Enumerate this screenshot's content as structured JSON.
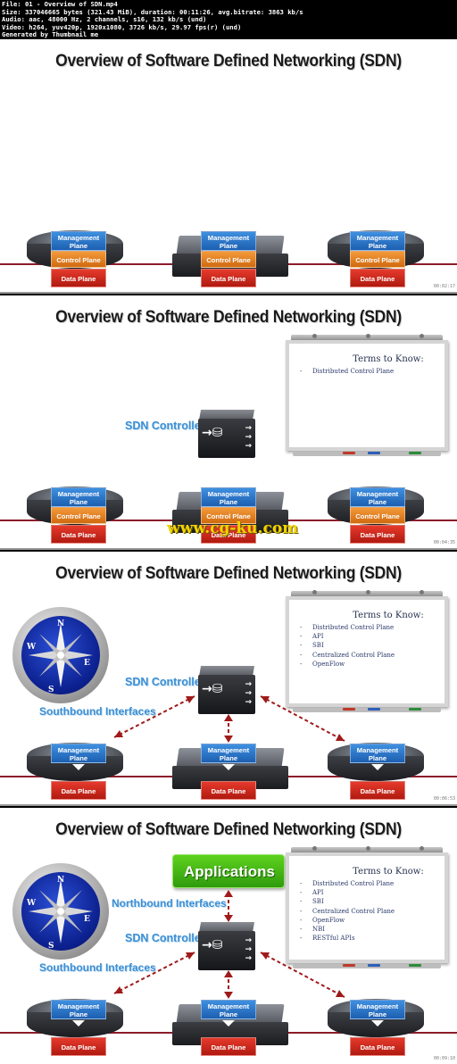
{
  "header": {
    "lines": [
      "File: 01 - Overview of SDN.mp4",
      "Size: 337046665 bytes (321.43 MiB), duration: 00:11:26, avg.bitrate: 3863 kb/s",
      "Audio: aac, 48000 Hz, 2 channels, s16, 132 kb/s (und)",
      "Video: h264, yuv420p, 1920x1080, 3726 kb/s, 29.97 fps(r) (und)",
      "Generated by Thumbnail me"
    ]
  },
  "slide_title": "Overview of Software Defined Networking (SDN)",
  "timestamps": [
    "00:02:17",
    "00:04:35",
    "00:06:53",
    "00:09:10"
  ],
  "planes": {
    "management": "Management Plane",
    "control": "Control Plane",
    "data": "Data Plane"
  },
  "sdn_controller_label": "SDN Controller",
  "southbound_label": "Southbound Interfaces",
  "northbound_label": "Northbound Interfaces",
  "applications_label": "Applications",
  "compass": {
    "n": "N",
    "s": "S",
    "e": "E",
    "w": "W"
  },
  "whiteboard": {
    "title": "Terms to Know:",
    "frame2_terms": [
      "Distributed Control Plane"
    ],
    "frame3_terms": [
      "Distributed Control Plane",
      "API",
      "SBI",
      "Centralized Control Plane",
      "OpenFlow"
    ],
    "frame4_terms": [
      "Distributed Control Plane",
      "API",
      "SBI",
      "Centralized Control Plane",
      "OpenFlow",
      "NBI",
      "RESTful APIs"
    ]
  },
  "watermark": "www.cg-ku.com",
  "colors": {
    "management": "#2d77cf",
    "control": "#e8821f",
    "data": "#d02a1c",
    "sdn_text": "#3b8fd4",
    "applications": "#45b614",
    "link_line": "#8c1c2a"
  }
}
